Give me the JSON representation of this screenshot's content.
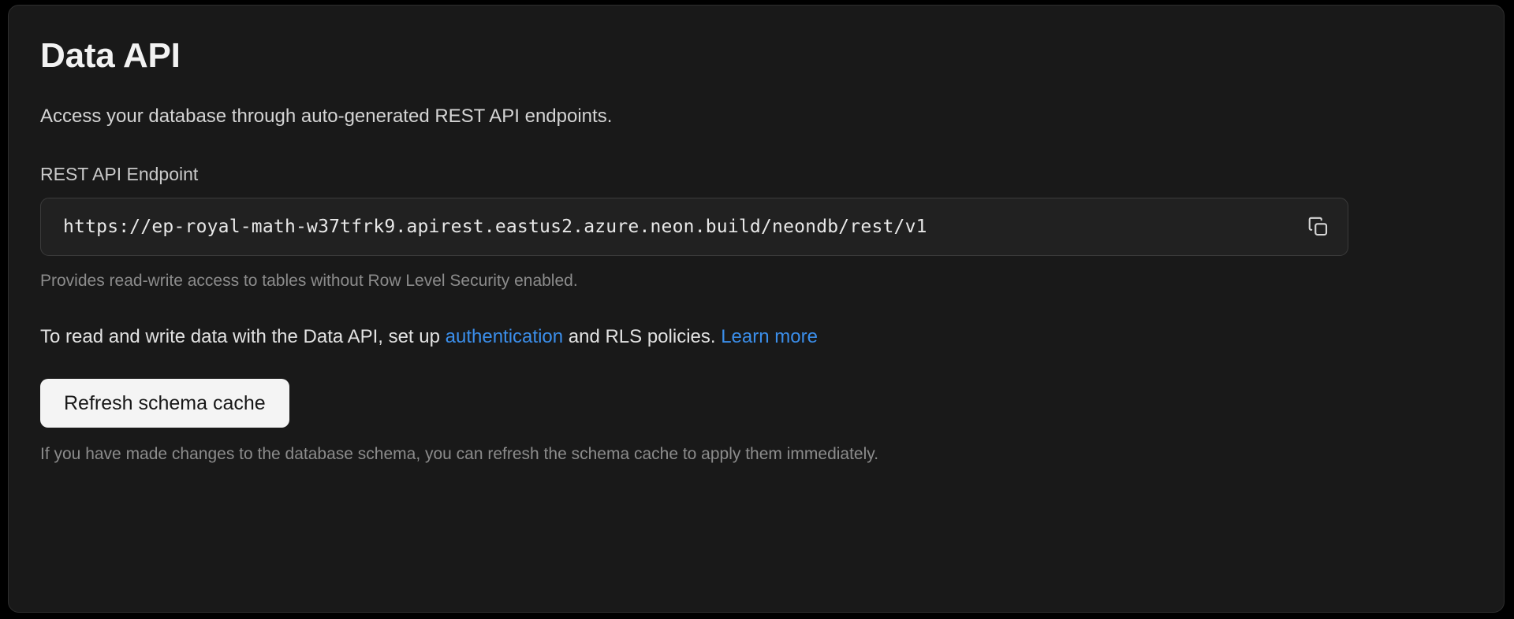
{
  "card": {
    "title": "Data API",
    "subtitle": "Access your database through auto-generated REST API endpoints.",
    "endpoint": {
      "label": "REST API Endpoint",
      "value": "https://ep-royal-math-w37tfrk9.apirest.eastus2.azure.neon.build/neondb/rest/v1",
      "placeholder": "https://",
      "copy_icon": "copy-icon",
      "copy_title": "Copy",
      "help": "Provides read-write access to tables without Row Level Security enabled."
    },
    "info": {
      "before": "To read and write data with the Data API, set up ",
      "link_auth": "authentication",
      "middle": " and RLS policies. ",
      "link_learn": "Learn more"
    },
    "refresh": {
      "label": "Refresh schema cache",
      "help": "If you have made changes to the database schema, you can refresh the schema cache to apply them immediately."
    }
  },
  "colors": {
    "page_background": "#000000",
    "card_background": "#191919",
    "card_border": "#2e2e2e",
    "input_background": "#212121",
    "input_border": "#3b3b3b",
    "title_text": "#f2f2f2",
    "body_text": "#e2e2e2",
    "muted_text": "#8c8c8c",
    "link": "#3b8eea",
    "button_background": "#f4f4f4",
    "button_text": "#171717"
  }
}
